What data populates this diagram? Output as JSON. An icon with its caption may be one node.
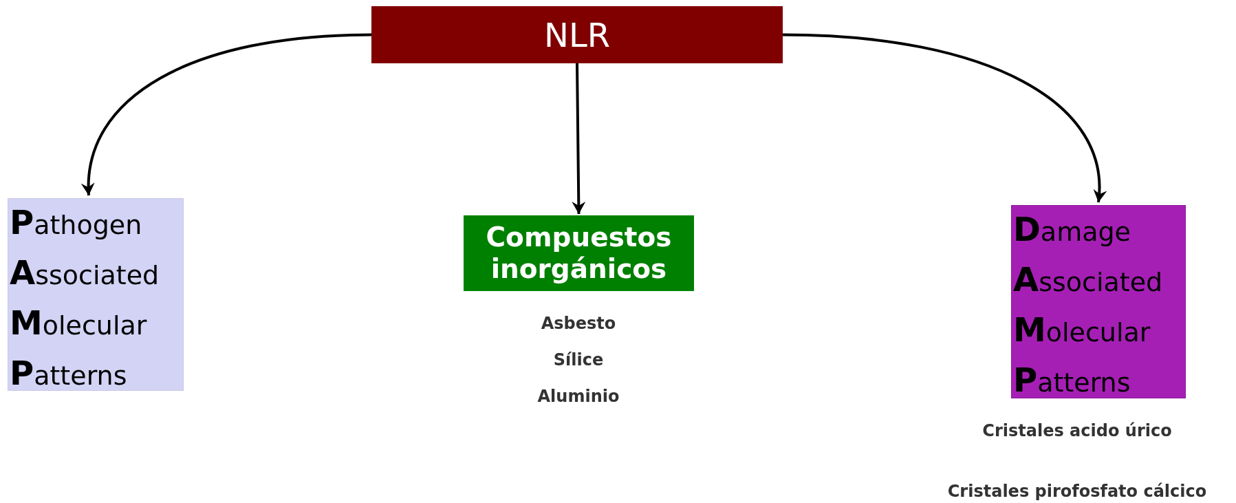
{
  "diagram": {
    "nodes": [
      {
        "text": [
          "NLR"
        ]
      },
      {
        "text": [
          "**P**athogen **A**ssociated **M**olecular **P**atterns"
        ]
      },
      {
        "text": [
          "Compuestos inorgánicos"
        ],
        "beside": [
          "Asbesto",
          "Sílice",
          "Aluminio"
        ]
      },
      {
        "text": [
          "**D**amage **A**ssociated **M**olecular **P**atterns"
        ],
        "beside": [
          "Cristales acido úrico",
          "Cristales pirofosfato cálcico"
        ]
      }
    ],
    "edges": [
      {
        "from": 0,
        "to": 1,
        "arrow": "to"
      },
      {
        "from": 0,
        "to": 2,
        "arrow": "to"
      },
      {
        "from": 0,
        "to": 3,
        "arrow": "to"
      }
    ]
  }
}
